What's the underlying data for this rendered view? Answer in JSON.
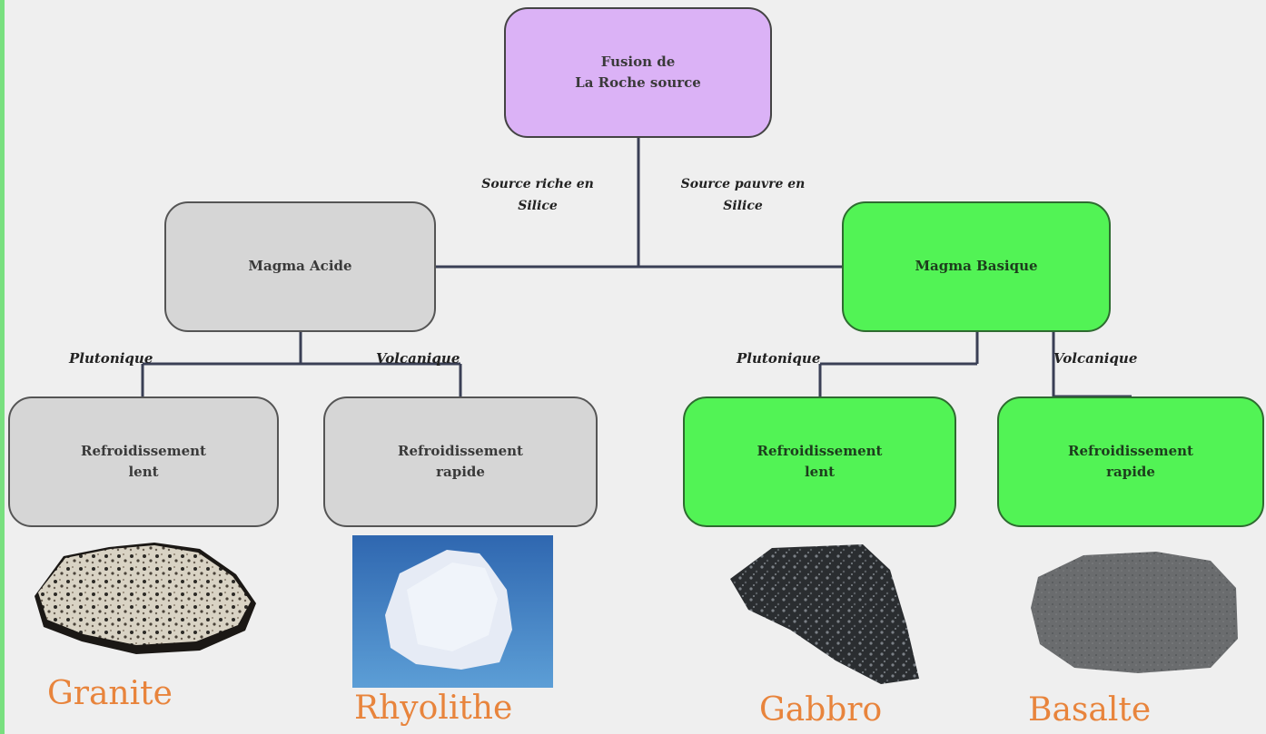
{
  "root": {
    "line1": "Fusion de",
    "line2": "La Roche source"
  },
  "branches": {
    "left_label": {
      "line1": "Source riche",
      "line2": "en Silice"
    },
    "right_label": {
      "line1": "Source pauvre",
      "line2": "en Silice"
    }
  },
  "magmas": {
    "acide": "Magma Acide",
    "basique": "Magma Basique"
  },
  "modes": {
    "plutonique": "Plutonique",
    "volcanique": "Volcanique"
  },
  "cooling": {
    "acide_lent": {
      "line1": "Refroidissement",
      "line2": "lent"
    },
    "acide_rapide": {
      "line1": "Refroidissement",
      "line2": "rapide"
    },
    "basique_lent": {
      "line1": "Refroidissement",
      "line2": "lent"
    },
    "basique_rapide": {
      "line1": "Refroidissement",
      "line2": "rapide"
    }
  },
  "rocks": {
    "granite": "Granite",
    "rhyolithe": "Rhyolithe",
    "gabbro": "Gabbro",
    "basalte": "Basalte"
  },
  "colors": {
    "root_fill": "#dbb2f6",
    "acid_fill": "#d6d6d6",
    "basic_fill": "#52f355",
    "rock_name": "#e8843c"
  }
}
